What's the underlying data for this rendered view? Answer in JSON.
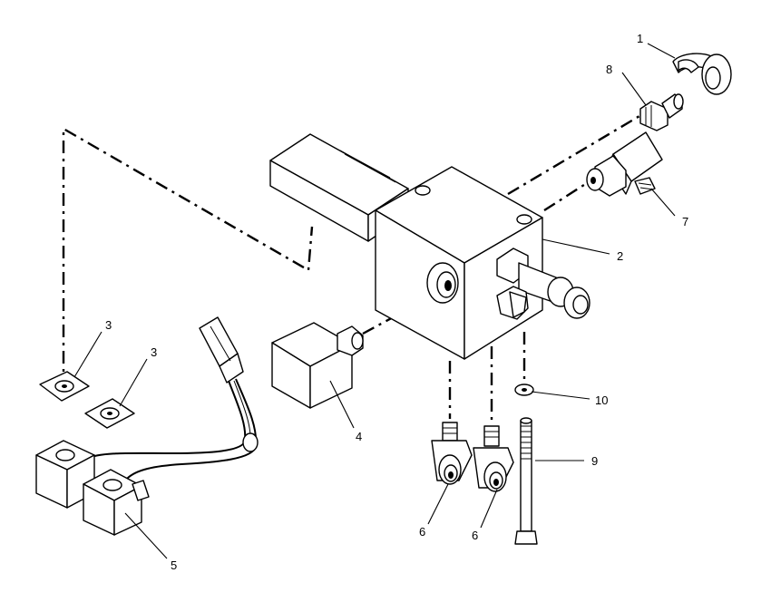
{
  "callouts": [
    {
      "id": "1",
      "label": "1"
    },
    {
      "id": "2",
      "label": "2"
    },
    {
      "id": "3a",
      "label": "3"
    },
    {
      "id": "3b",
      "label": "3"
    },
    {
      "id": "4",
      "label": "4"
    },
    {
      "id": "5",
      "label": "5"
    },
    {
      "id": "6a",
      "label": "6"
    },
    {
      "id": "6b",
      "label": "6"
    },
    {
      "id": "7",
      "label": "7"
    },
    {
      "id": "8",
      "label": "8"
    },
    {
      "id": "9",
      "label": "9"
    },
    {
      "id": "10",
      "label": "10"
    }
  ],
  "colors": {
    "ink": "#000000",
    "paper": "#ffffff"
  }
}
